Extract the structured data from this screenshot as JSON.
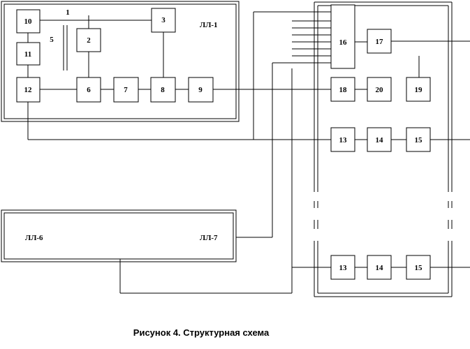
{
  "diagram": {
    "unit1_label": "ЛЛ-1",
    "unit6_label": "ЛЛ-6",
    "unit7_label": "ЛЛ-7",
    "blocks": {
      "b1": "1",
      "b2": "2",
      "b3": "3",
      "b5": "5",
      "b6": "6",
      "b7": "7",
      "b8": "8",
      "b9": "9",
      "b10": "10",
      "b11": "11",
      "b12": "12",
      "b16": "16",
      "b17": "17",
      "b18": "18",
      "b19": "19",
      "b20": "20",
      "b13a": "13",
      "b14a": "14",
      "b15a": "15",
      "b13b": "13",
      "b14b": "14",
      "b15b": "15"
    },
    "caption": "Рисунок 4. Структурная схема"
  }
}
